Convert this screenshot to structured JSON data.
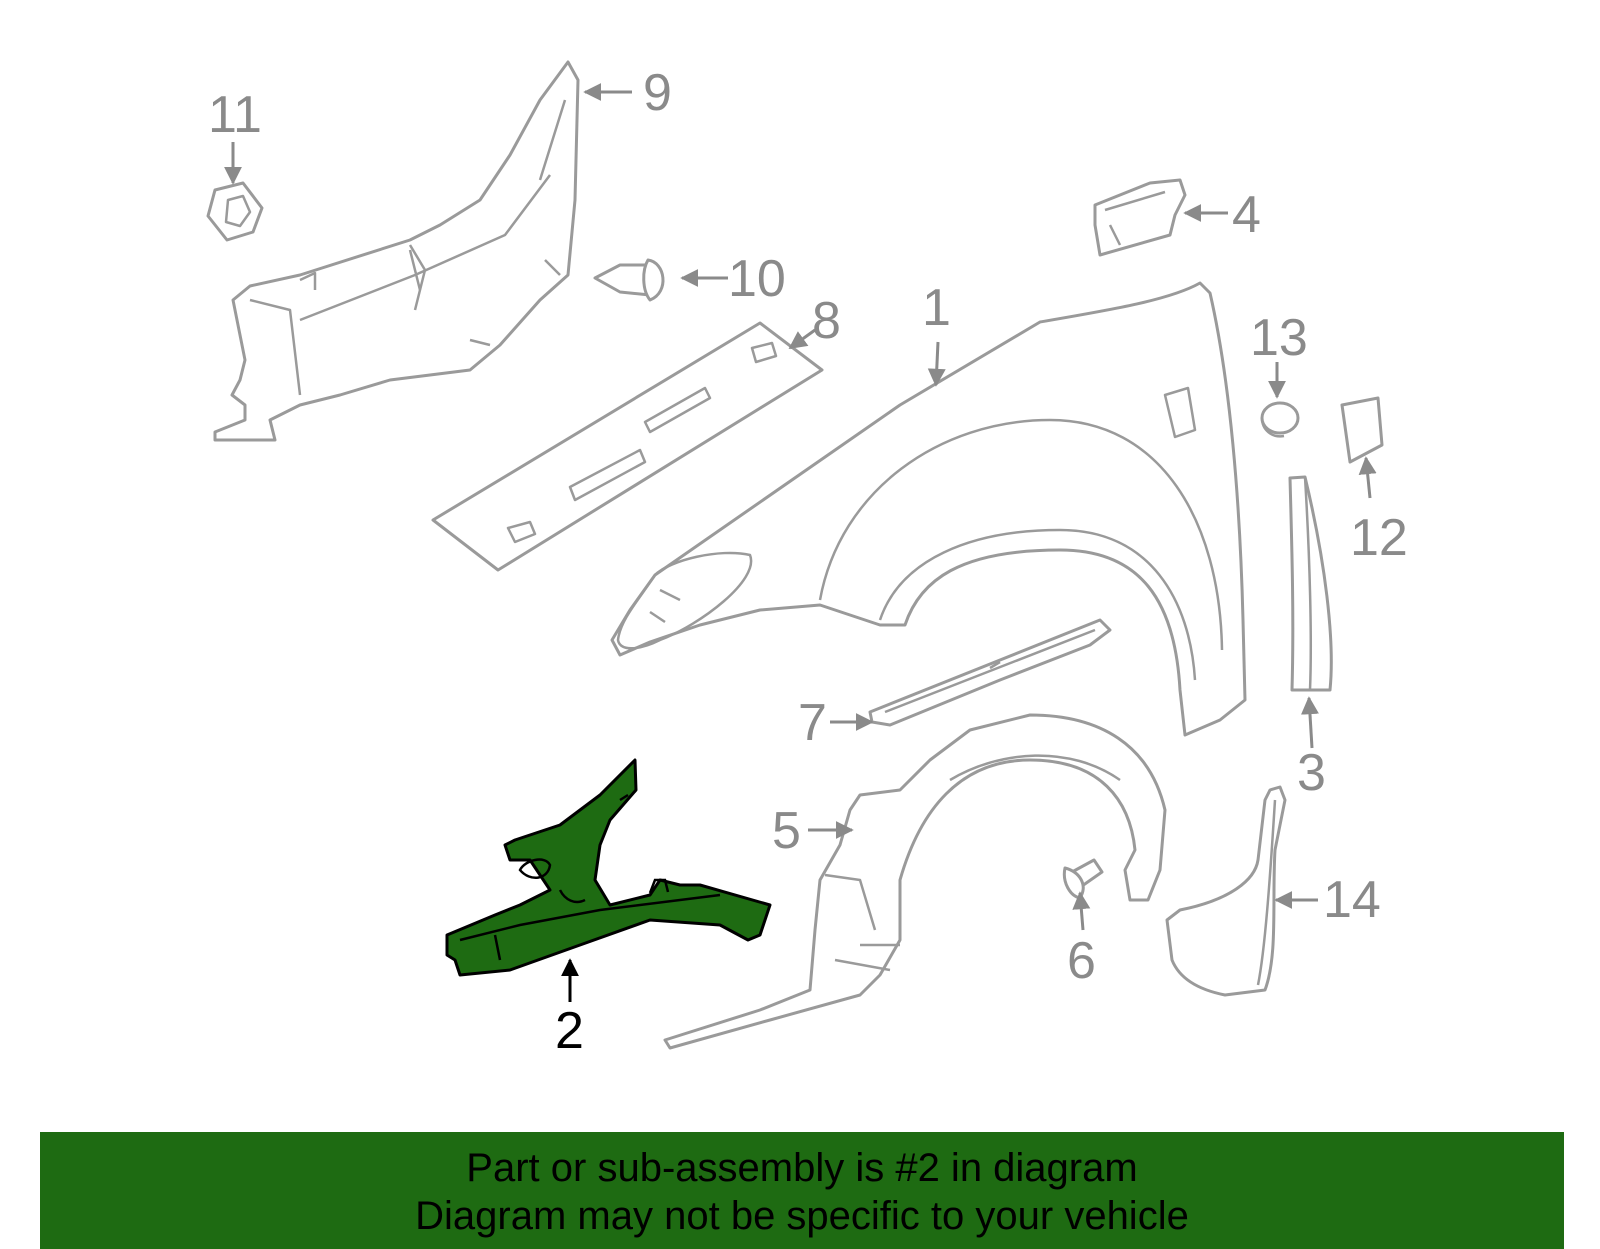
{
  "callouts": {
    "c1": "1",
    "c2": "2",
    "c3": "3",
    "c4": "4",
    "c5": "5",
    "c6": "6",
    "c7": "7",
    "c8": "8",
    "c9": "9",
    "c10": "10",
    "c11": "11",
    "c12": "12",
    "c13": "13",
    "c14": "14"
  },
  "colors": {
    "highlight": "#1e6b12",
    "outline": "#9a9a9a",
    "banner_bg": "#1e6b12"
  },
  "banner": {
    "line1": "Part or sub-assembly is #2 in diagram",
    "line2": "Diagram may not be specific to your vehicle"
  }
}
